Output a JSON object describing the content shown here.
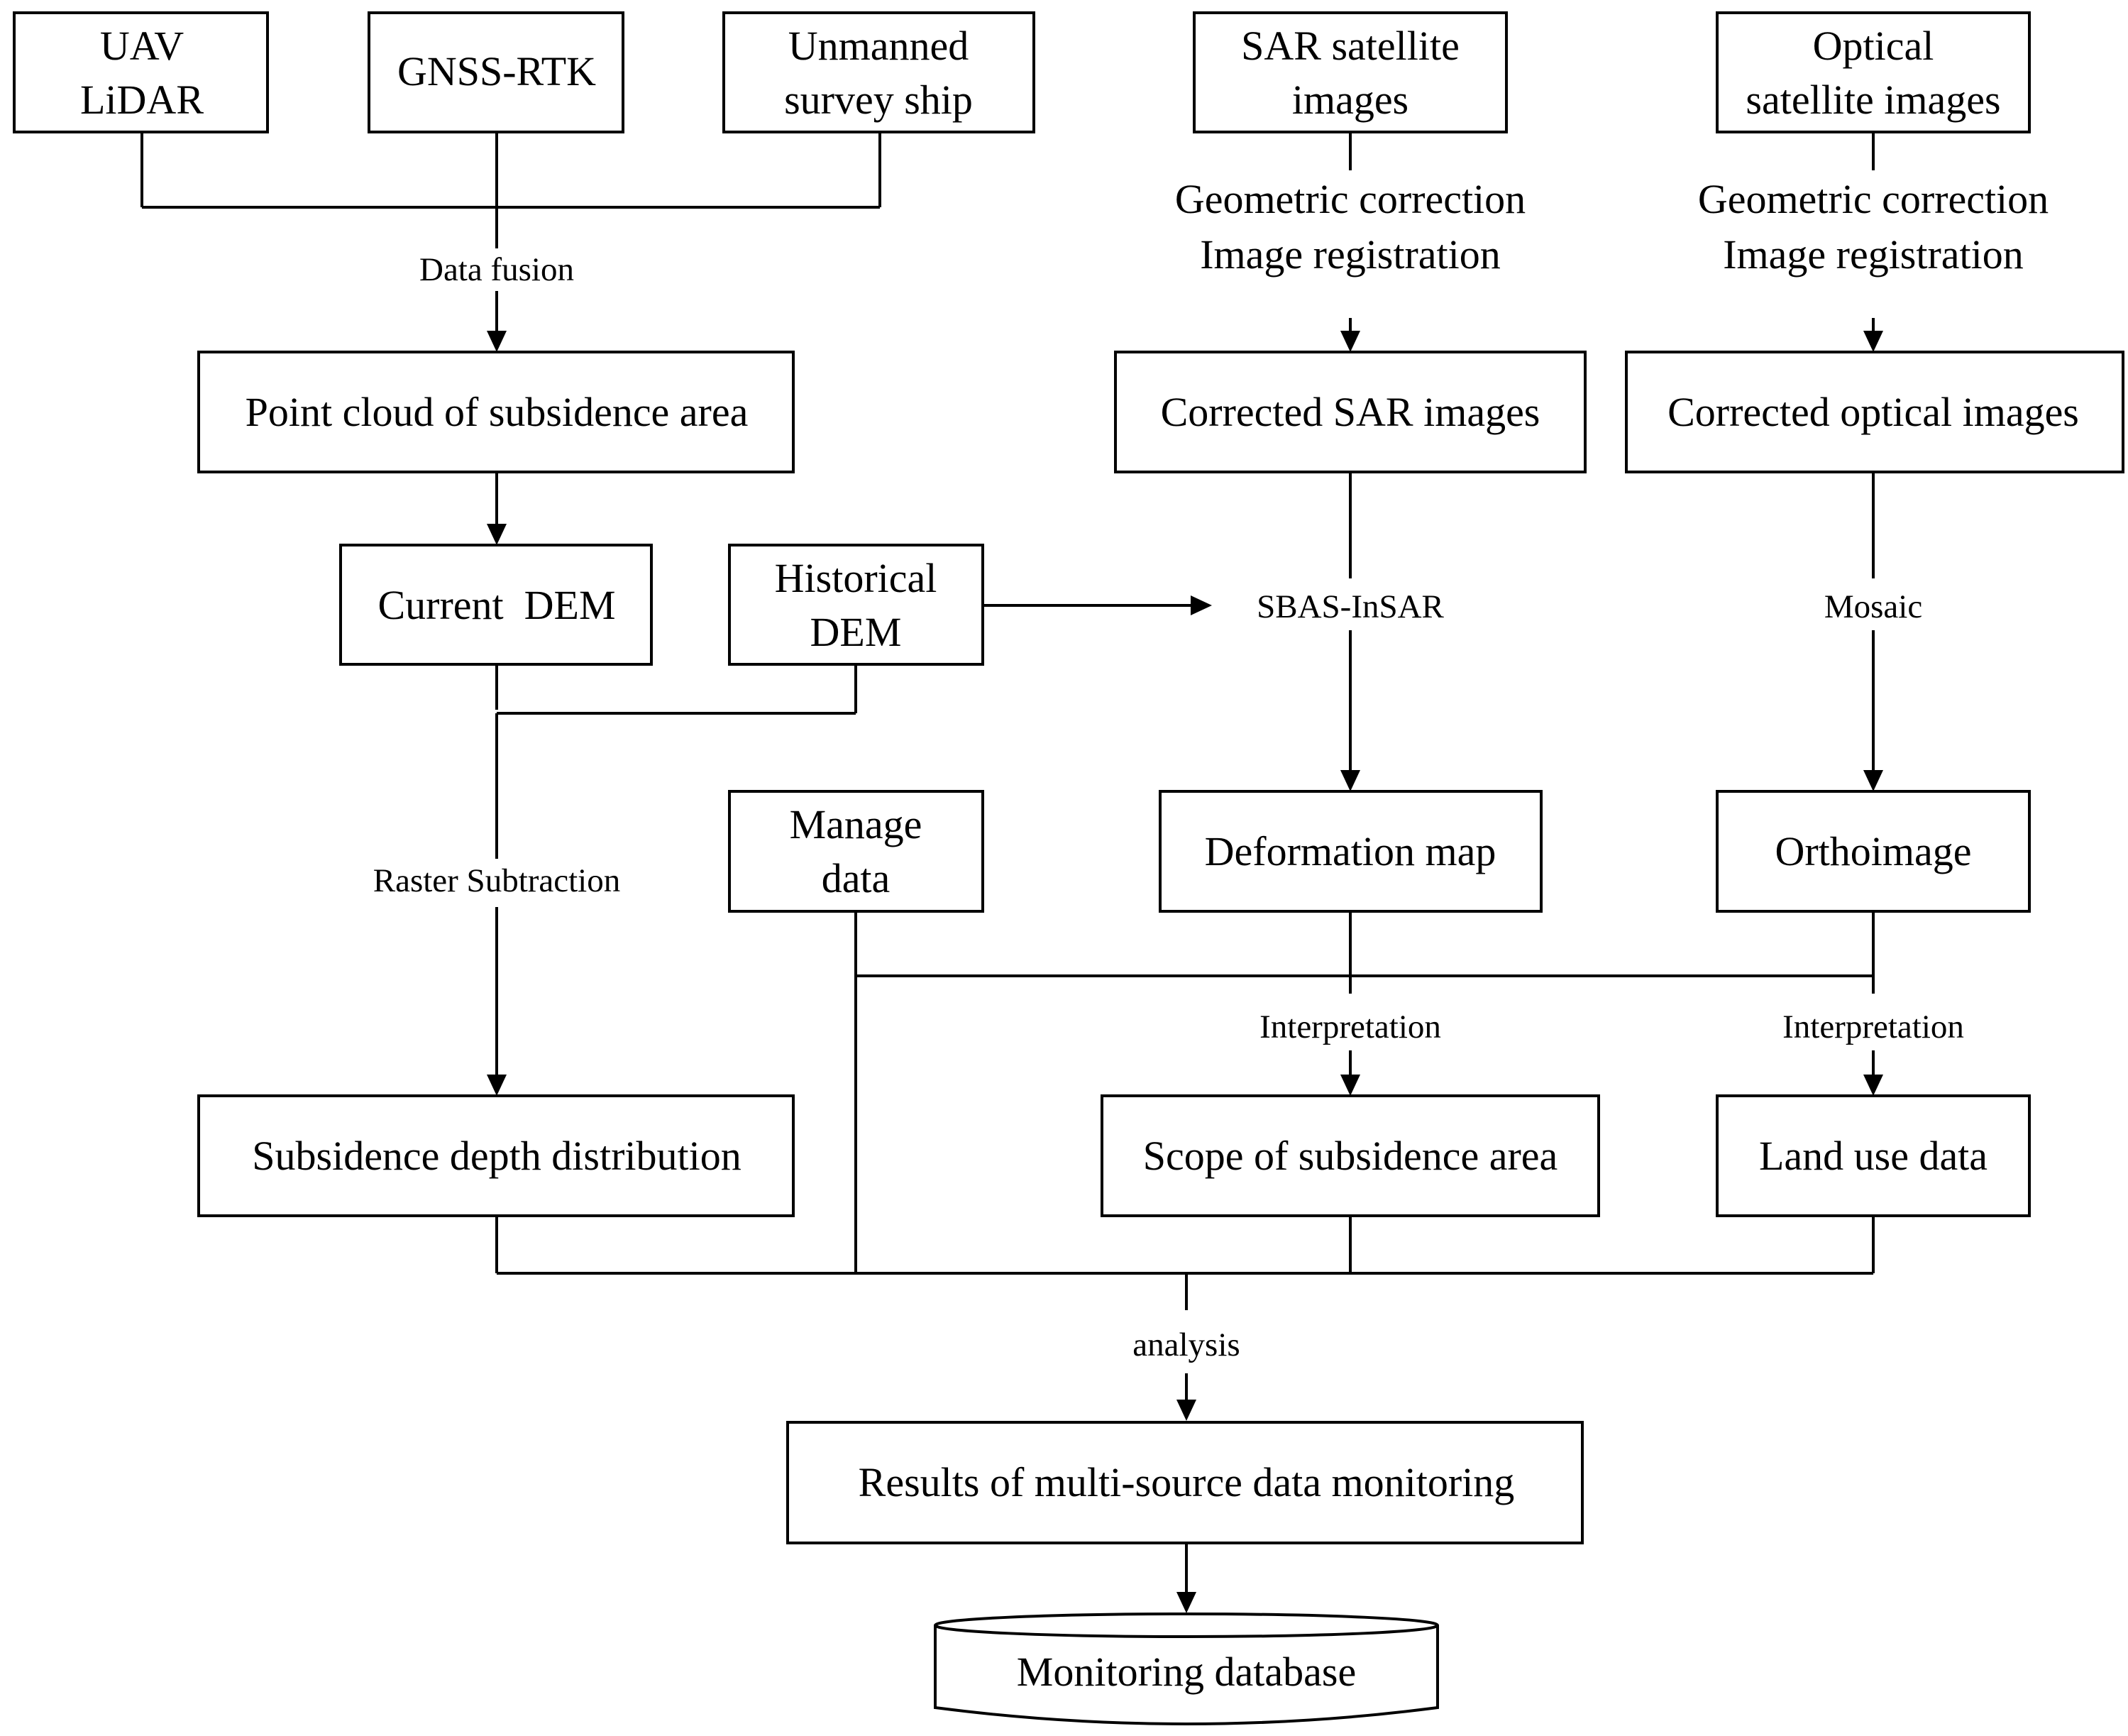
{
  "nodes": {
    "uav_lidar": [
      "UAV",
      "LiDAR"
    ],
    "gnss_rtk": [
      "GNSS-RTK"
    ],
    "unmanned_ship": [
      "Unmanned",
      "survey ship"
    ],
    "sar_images": [
      "SAR satellite",
      "images"
    ],
    "optical_images": [
      "Optical",
      "satellite images"
    ],
    "point_cloud": [
      "Point cloud of subsidence area"
    ],
    "corrected_sar": [
      "Corrected SAR images"
    ],
    "corrected_optical": [
      "Corrected optical images"
    ],
    "current_dem": [
      "Current  DEM"
    ],
    "historical_dem": [
      "Historical",
      "DEM"
    ],
    "manage_data": [
      "Manage",
      "data"
    ],
    "deformation_map": [
      "Deformation map"
    ],
    "orthoimage": [
      "Orthoimage"
    ],
    "subsidence_depth": [
      "Subsidence depth distribution"
    ],
    "scope_subsidence": [
      "Scope of subsidence area"
    ],
    "land_use": [
      "Land use data"
    ],
    "results": [
      "Results of multi-source data monitoring"
    ],
    "database": [
      "Monitoring database"
    ]
  },
  "labels": {
    "data_fusion": "Data fusion",
    "geo_correction_sar": [
      "Geometric correction",
      "Image registration"
    ],
    "geo_correction_optical": [
      "Geometric correction",
      "Image registration"
    ],
    "sbas_insar": "SBAS-InSAR",
    "mosaic": "Mosaic",
    "raster_subtraction": "Raster Subtraction",
    "interpretation_sar": "Interpretation",
    "interpretation_optical": "Interpretation",
    "analysis": "analysis"
  }
}
